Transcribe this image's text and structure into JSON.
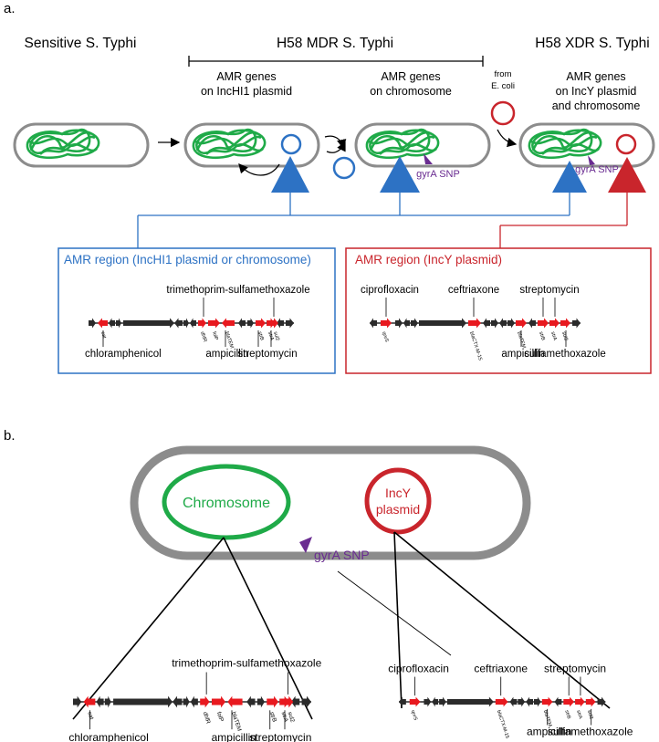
{
  "panel_a": {
    "letter": "a.",
    "stage_sensitive": "Sensitive S. Typhi",
    "stage_mdr": "H58 MDR S. Typhi",
    "stage_xdr": "H58 XDR S. Typhi",
    "mdr_plasmid_line1": "AMR genes",
    "mdr_plasmid_line2": "on IncHI1 plasmid",
    "mdr_chrom_line1": "AMR genes",
    "mdr_chrom_line2": "on chromosome",
    "from_line1": "from",
    "from_line2": "E. coli",
    "xdr_line1": "AMR genes",
    "xdr_line2": "on IncY plasmid",
    "xdr_line3": "and chromosome",
    "gyra_mdr": "gyrA SNP",
    "gyra_xdr": "gyrA SNP",
    "box_blue_title": "AMR region (IncHI1 plasmid or chromosome)",
    "box_red_title": "AMR region (IncY plasmid)",
    "blue_labels": {
      "trimethoprim": "trimethoprim-sulfamethoxazole",
      "chloramphenicol": "chloramphenicol",
      "ampicillin": "ampicillin",
      "streptomycin": "streptomycin"
    },
    "blue_genes": {
      "cat": "cat",
      "dhfR": "dhfR",
      "folP": "folP",
      "blaTEM": "blaTEM",
      "strB": "strB",
      "strA": "strA",
      "sul2": "sul2"
    },
    "red_labels": {
      "ciprofloxacin": "ciprofloxacin",
      "ceftriaxone": "ceftriaxone",
      "streptomycin": "streptomycin",
      "ampicillin": "ampicillin",
      "sulfamethoxazole": "sulfamethoxazole"
    },
    "red_genes": {
      "qnrS": "qnrS",
      "blaCTX": "blaCTX-M-15",
      "blaTEM": "blaTEM",
      "strB": "strB",
      "strA": "strA",
      "sul2": "sul2"
    }
  },
  "panel_b": {
    "letter": "b.",
    "chromosome": "Chromosome",
    "plasmid_line1": "IncY",
    "plasmid_line2": "plasmid",
    "gyra": "gyrA SNP",
    "left_labels": {
      "trimethoprim": "trimethoprim-sulfamethoxazole",
      "chloramphenicol": "chloramphenicol",
      "ampicillin": "ampicillin",
      "streptomycin": "streptomycin"
    },
    "left_genes": {
      "cat": "cat",
      "dhfR": "dhfR",
      "folP": "folP",
      "blaTEM": "blaTEM",
      "strB": "strB",
      "strA": "strA",
      "sul2": "sul2"
    },
    "right_labels": {
      "ciprofloxacin": "ciprofloxacin",
      "ceftriaxone": "ceftriaxone",
      "streptomycin": "streptomycin",
      "ampicillin": "ampicillin",
      "sulfamethoxazole": "sulfamethoxazole"
    },
    "right_genes": {
      "qnrS": "qnrS",
      "blaCTX": "blaCTX-M-15",
      "blaTEM": "blaTEM",
      "strB": "strB",
      "strA": "strA",
      "sul2": "sul2"
    }
  },
  "colors": {
    "chromosome_green": "#1faa48",
    "cell_gray": "#8c8c8c",
    "blue": "#2d72c4",
    "red": "#c9252c",
    "gene_red": "#e8191f",
    "gene_black": "#2b2b2b",
    "snp_purple": "#6a2c91"
  }
}
